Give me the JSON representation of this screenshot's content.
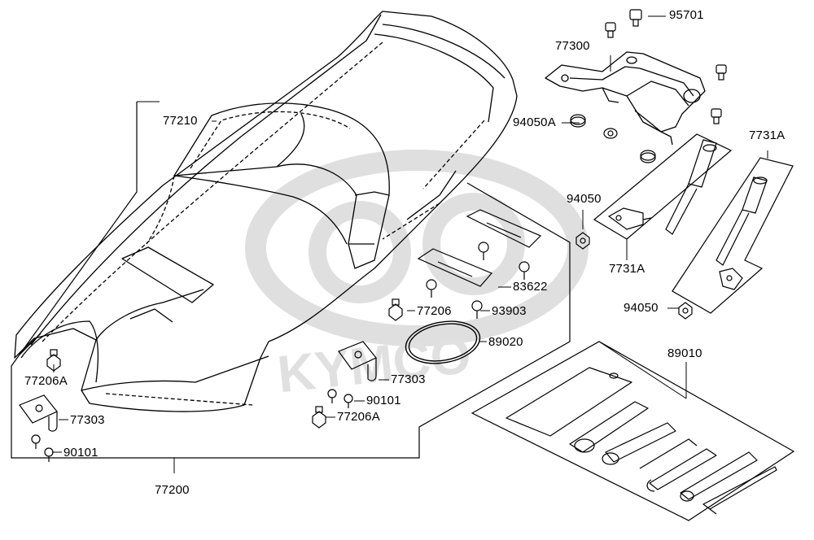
{
  "labels": {
    "p95701": "95701",
    "p77300": "77300",
    "p94050A": "94050A",
    "p7731A_top": "7731A",
    "p77210": "77210",
    "p94050_a": "94050",
    "p7731A_mid": "7731A",
    "p83622": "83622",
    "p77206": "77206",
    "p93903": "93903",
    "p94050_b": "94050",
    "p89020": "89020",
    "p89010": "89010",
    "p77206A_left": "77206A",
    "p77303_mid": "77303",
    "p90101_mid": "90101",
    "p77303_left": "77303",
    "p77206A_mid": "77206A",
    "p90101_left": "90101",
    "p77200": "77200"
  },
  "watermark": "KYMCO",
  "colors": {
    "line": "#000000",
    "watermark": "#d9d9d9"
  }
}
